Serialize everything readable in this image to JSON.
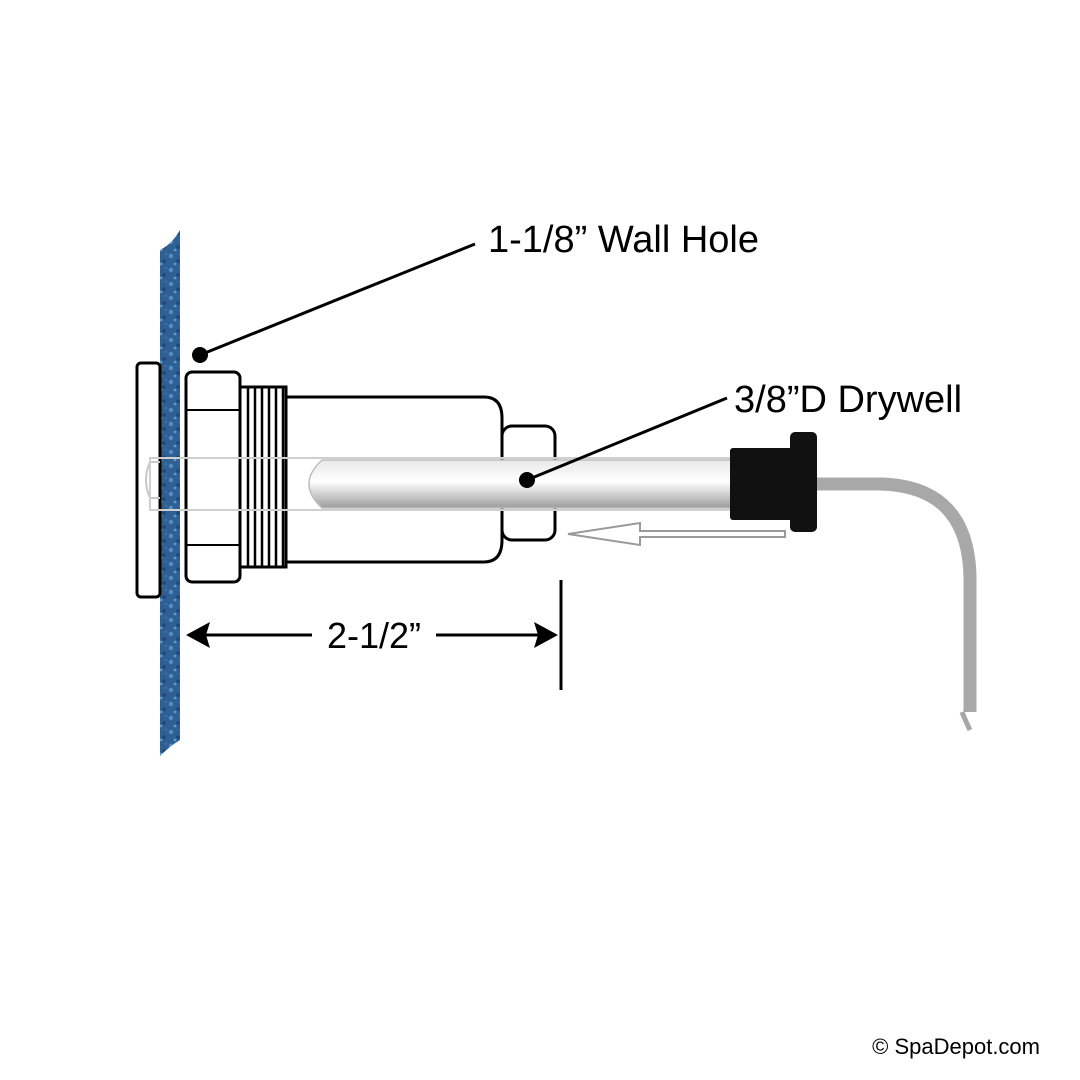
{
  "labels": {
    "wall_hole": "1-1/8” Wall Hole",
    "drywell": "3/8”D Drywell",
    "dimension": "2-1/2”",
    "copyright": "© SpaDepot.com"
  },
  "colors": {
    "wall_blue": "#2f5f93",
    "wall_speckle": "#4f8fc7",
    "outline": "#000000",
    "fitting_fill": "#ffffff",
    "probe_gray": "#bdbdbd",
    "cable_gray": "#a8a8a8",
    "cap_black": "#111111",
    "arrow_outline": "#9a9a9a"
  }
}
